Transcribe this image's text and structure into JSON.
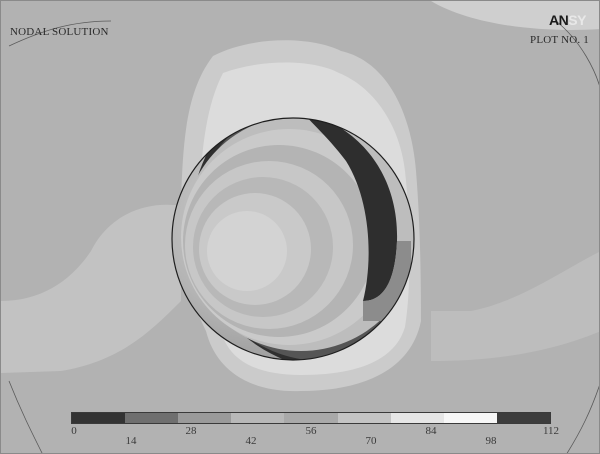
{
  "plot": {
    "title": "NODAL SOLUTION",
    "plot_number": "PLOT NO.   1",
    "logo_dark": "AN",
    "logo_light": "SY"
  },
  "legend": {
    "colors": [
      "#333333",
      "#6f6f6f",
      "#9a9a9a",
      "#b8b8b8",
      "#a9a9a9",
      "#c4c4c4",
      "#e6e6e6",
      "#f7f7f7",
      "#3c3c3c"
    ],
    "ticks": [
      "0",
      "14",
      "28",
      "42",
      "56",
      "70",
      "84",
      "98",
      "112"
    ],
    "tick_rows": [
      "top",
      "bottom",
      "top",
      "bottom",
      "top",
      "bottom",
      "top",
      "bottom",
      "top"
    ]
  }
}
